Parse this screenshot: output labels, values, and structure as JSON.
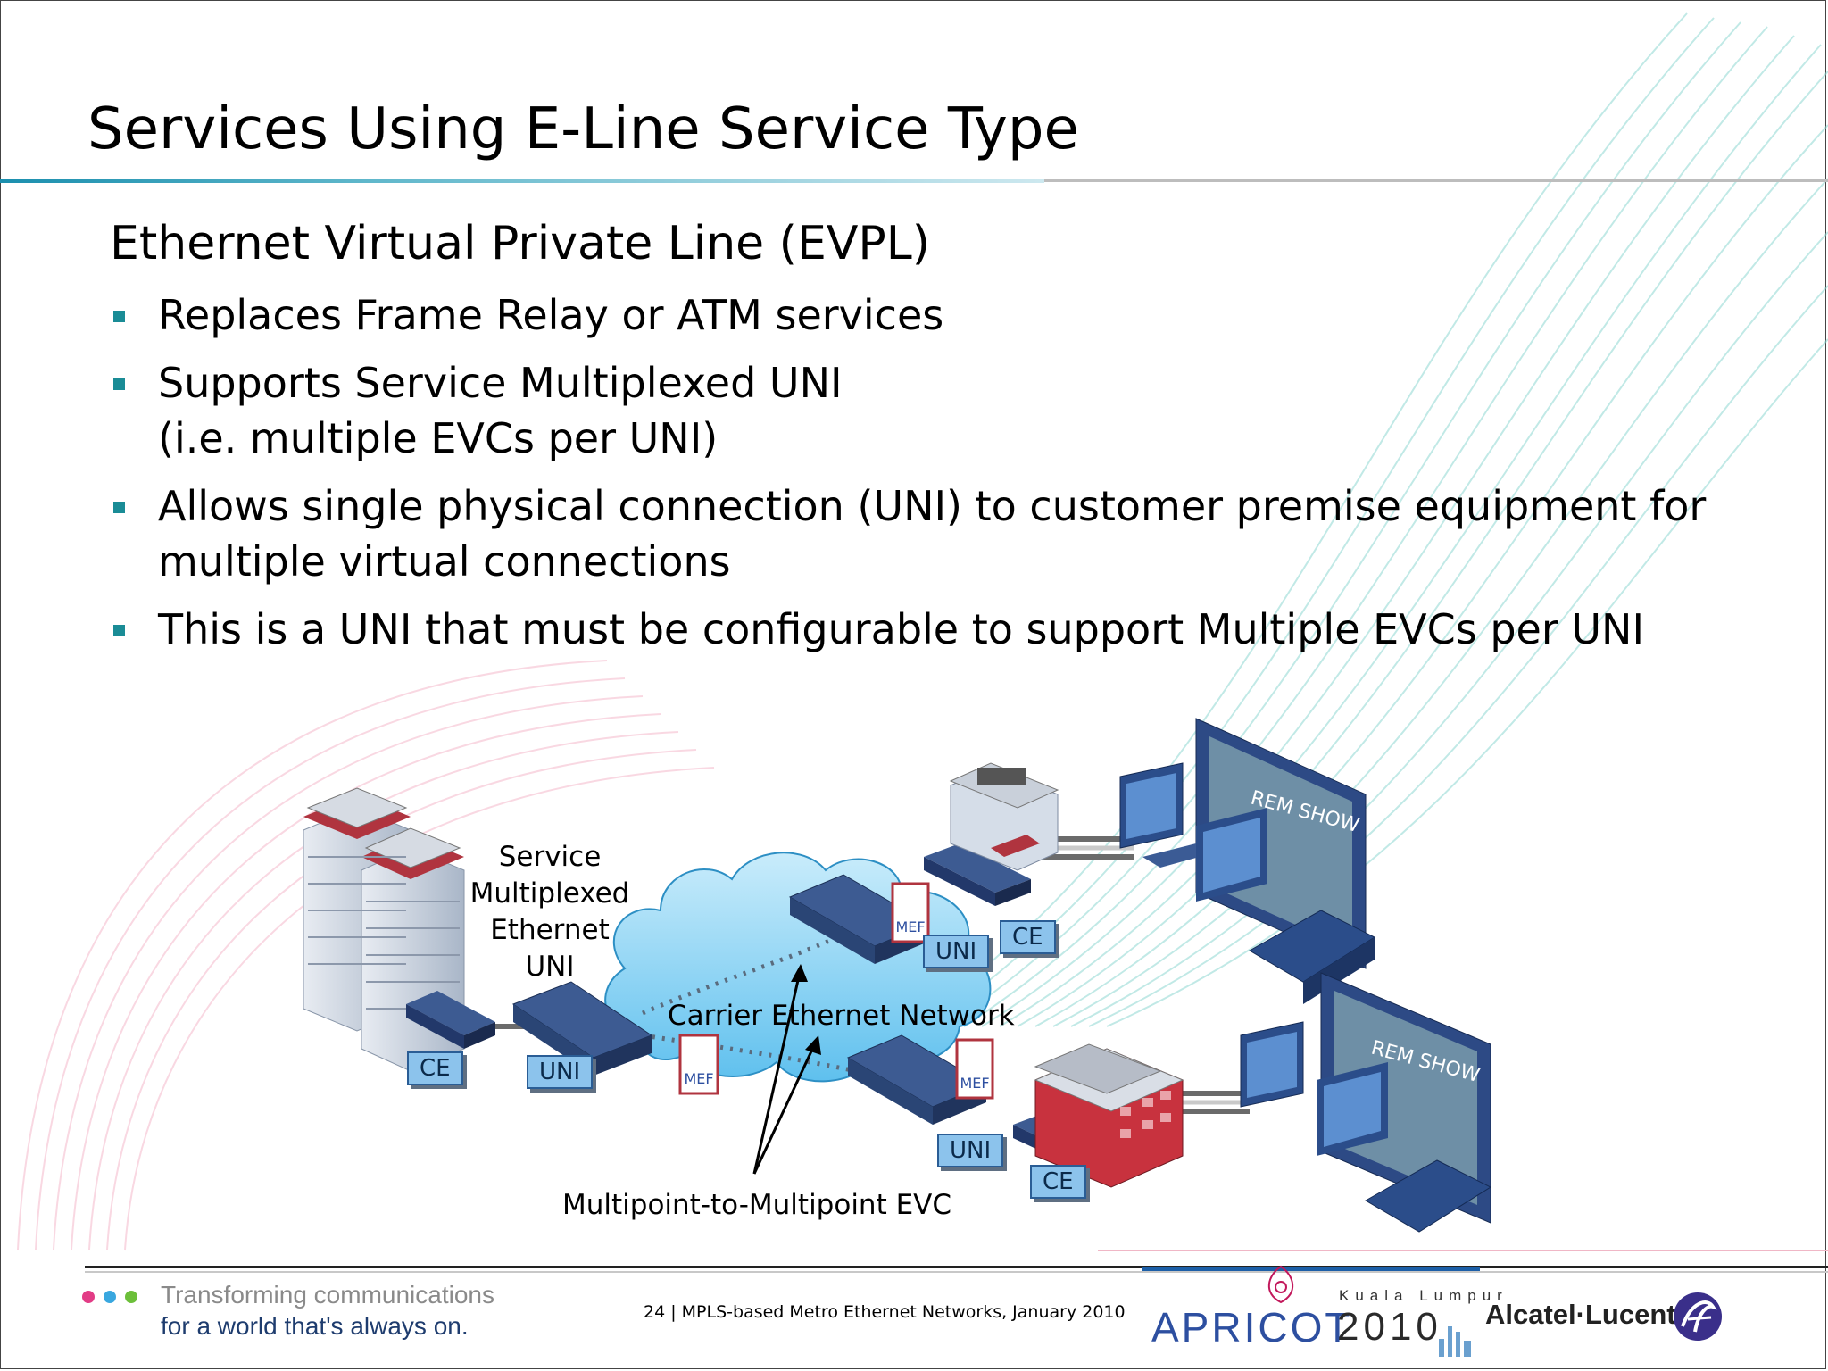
{
  "slide": {
    "title": "Services Using E-Line Service Type",
    "subtitle": "Ethernet Virtual Private Line (EVPL)",
    "bullets": [
      "Replaces Frame Relay or ATM services",
      "Supports Service Multiplexed UNI (i.e. multiple EVCs per UNI)",
      "Allows single physical connection (UNI) to customer premise equipment for multiple virtual connections",
      "This is a UNI that must be configurable to support Multiple EVCs per UNI"
    ]
  },
  "diagram": {
    "service_label": [
      "Service",
      "Multiplexed",
      "Ethernet",
      "UNI"
    ],
    "network_label": "Carrier Ethernet Network",
    "evc_label": "Multipoint-to-Multipoint EVC",
    "badges": {
      "ce_left": "CE",
      "uni_left": "UNI",
      "uni_top": "UNI",
      "ce_top": "CE",
      "uni_bottom": "UNI",
      "ce_bottom": "CE"
    },
    "mef_logo_text": "MEF",
    "screen_text": "REM SHOW"
  },
  "footer": {
    "tagline_line1": "Transforming communications",
    "tagline_line2": "for a world that's always on.",
    "footnote": "24 | MPLS-based Metro Ethernet Networks, January 2010",
    "apricot_city": "Kuala Lumpur",
    "apricot_name": "APRICOT",
    "apricot_year": "2010",
    "company": "Alcatel·Lucent"
  },
  "colors": {
    "accent_teal": "#1a8c96",
    "cloud_blue": "#8fd3f5",
    "device_navy": "#2f4a80",
    "badge_blue": "#8cc3ec"
  }
}
